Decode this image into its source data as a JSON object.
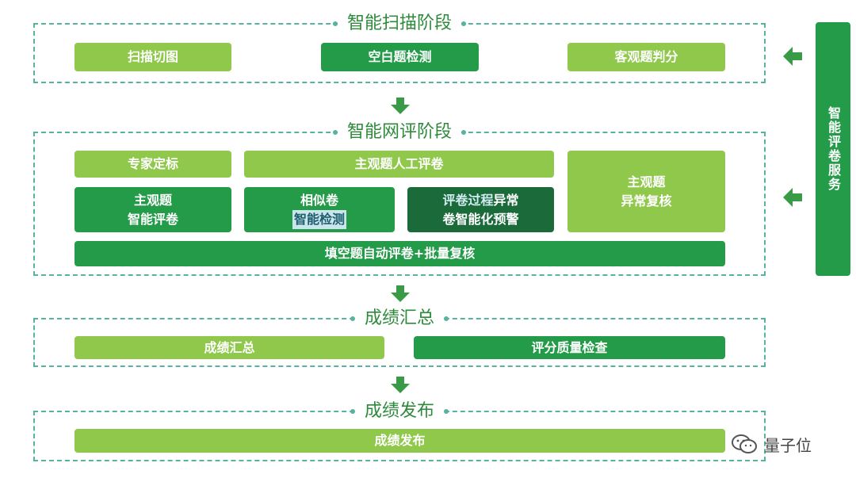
{
  "stages": {
    "scan": {
      "title": "智能扫描阶段",
      "items": [
        "扫描切图",
        "空白题检测",
        "客观题判分"
      ]
    },
    "review": {
      "title": "智能网评阶段",
      "expert": "专家定标",
      "manual": "主观题人工评卷",
      "subjective_ai": [
        "主观题",
        "智能评卷"
      ],
      "similar": [
        "相似卷",
        "智能检测"
      ],
      "warning": [
        "评卷过程",
        "异常",
        "卷智能化预警"
      ],
      "recheck": [
        "主观题",
        "异常复核"
      ],
      "fill": "填空题自动评卷+批量复核"
    },
    "summary": {
      "title": "成绩汇总",
      "items": [
        "成绩汇总",
        "评分质量检查"
      ]
    },
    "publish": {
      "title": "成绩发布",
      "item": "成绩发布"
    }
  },
  "side_service": "智能评卷服务",
  "watermark": "量子位",
  "colors": {
    "light_green": "#8fc84b",
    "mid_green": "#239b48",
    "dark_green": "#1a6a3a",
    "dashed_border": "#58b2a0",
    "title_text": "#2d8a3a"
  },
  "icons": [
    "arrow-down-icon",
    "arrow-left-icon",
    "wechat-icon"
  ]
}
